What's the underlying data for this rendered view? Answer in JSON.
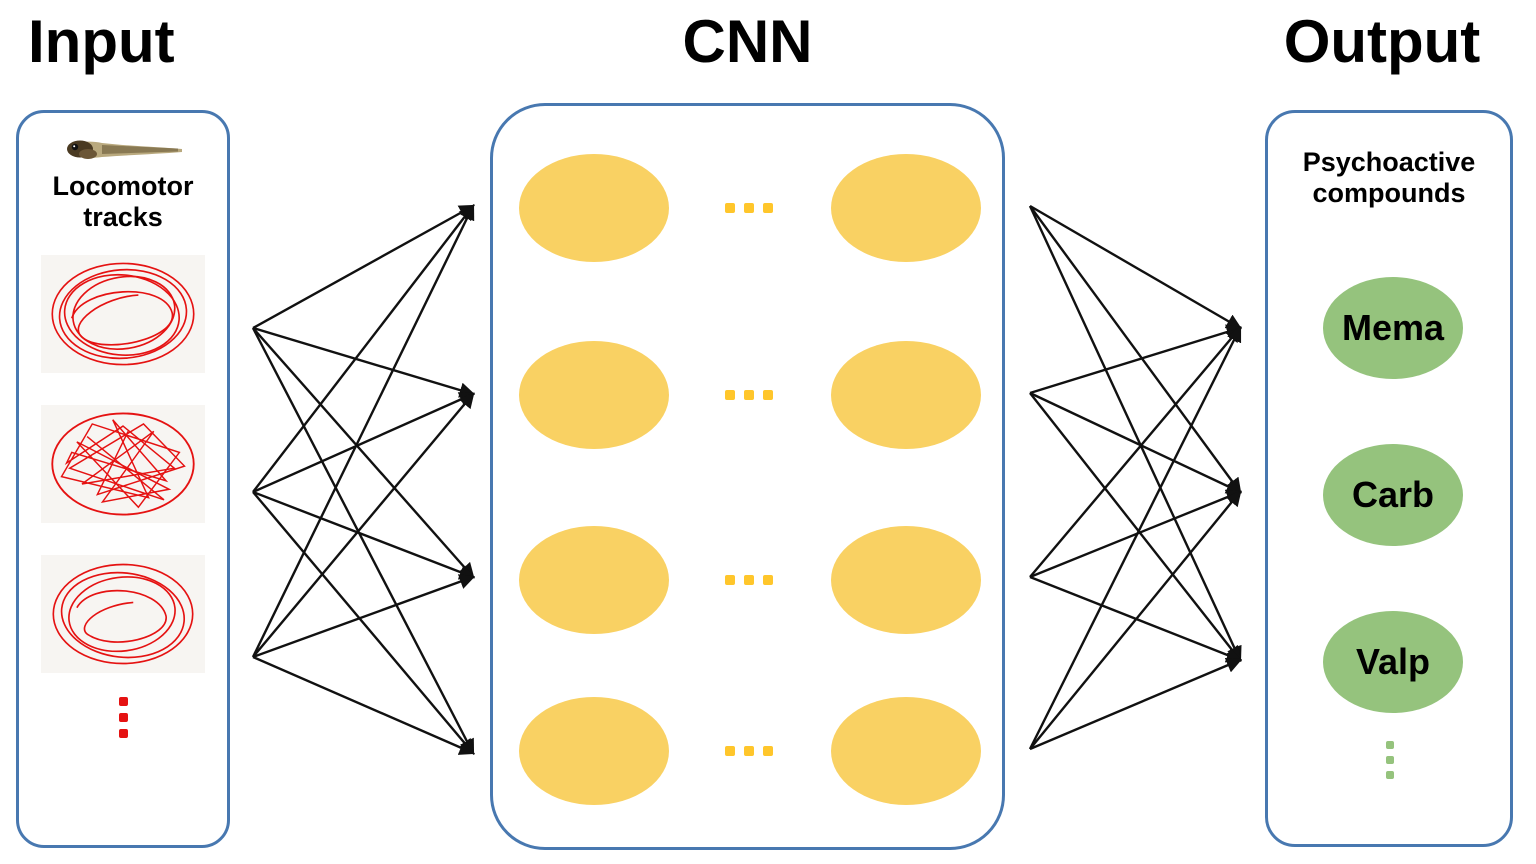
{
  "titles": {
    "input": "Input",
    "cnn": "CNN",
    "output": "Output"
  },
  "input_panel": {
    "fish_icon": "zebrafish-larva-icon",
    "tracks_label": "Locomotor tracks",
    "track_plot_count": 3,
    "ellipsis": "⋮"
  },
  "cnn_panel": {
    "layer_columns": 2,
    "nodes_per_column": 4,
    "row_dots": "..."
  },
  "output_panel": {
    "header": "Psychoactive compounds",
    "nodes": [
      {
        "label": "Mema"
      },
      {
        "label": "Carb"
      },
      {
        "label": "Valp"
      }
    ],
    "ellipsis": "⋮"
  },
  "colors": {
    "panel_border": "#4878b0",
    "hidden_node_fill": "#f9d163",
    "hidden_dots": "#ffc62b",
    "output_node_fill": "#95c37d",
    "track_red": "#e51212",
    "arrow": "#111111",
    "text": "#000000"
  }
}
